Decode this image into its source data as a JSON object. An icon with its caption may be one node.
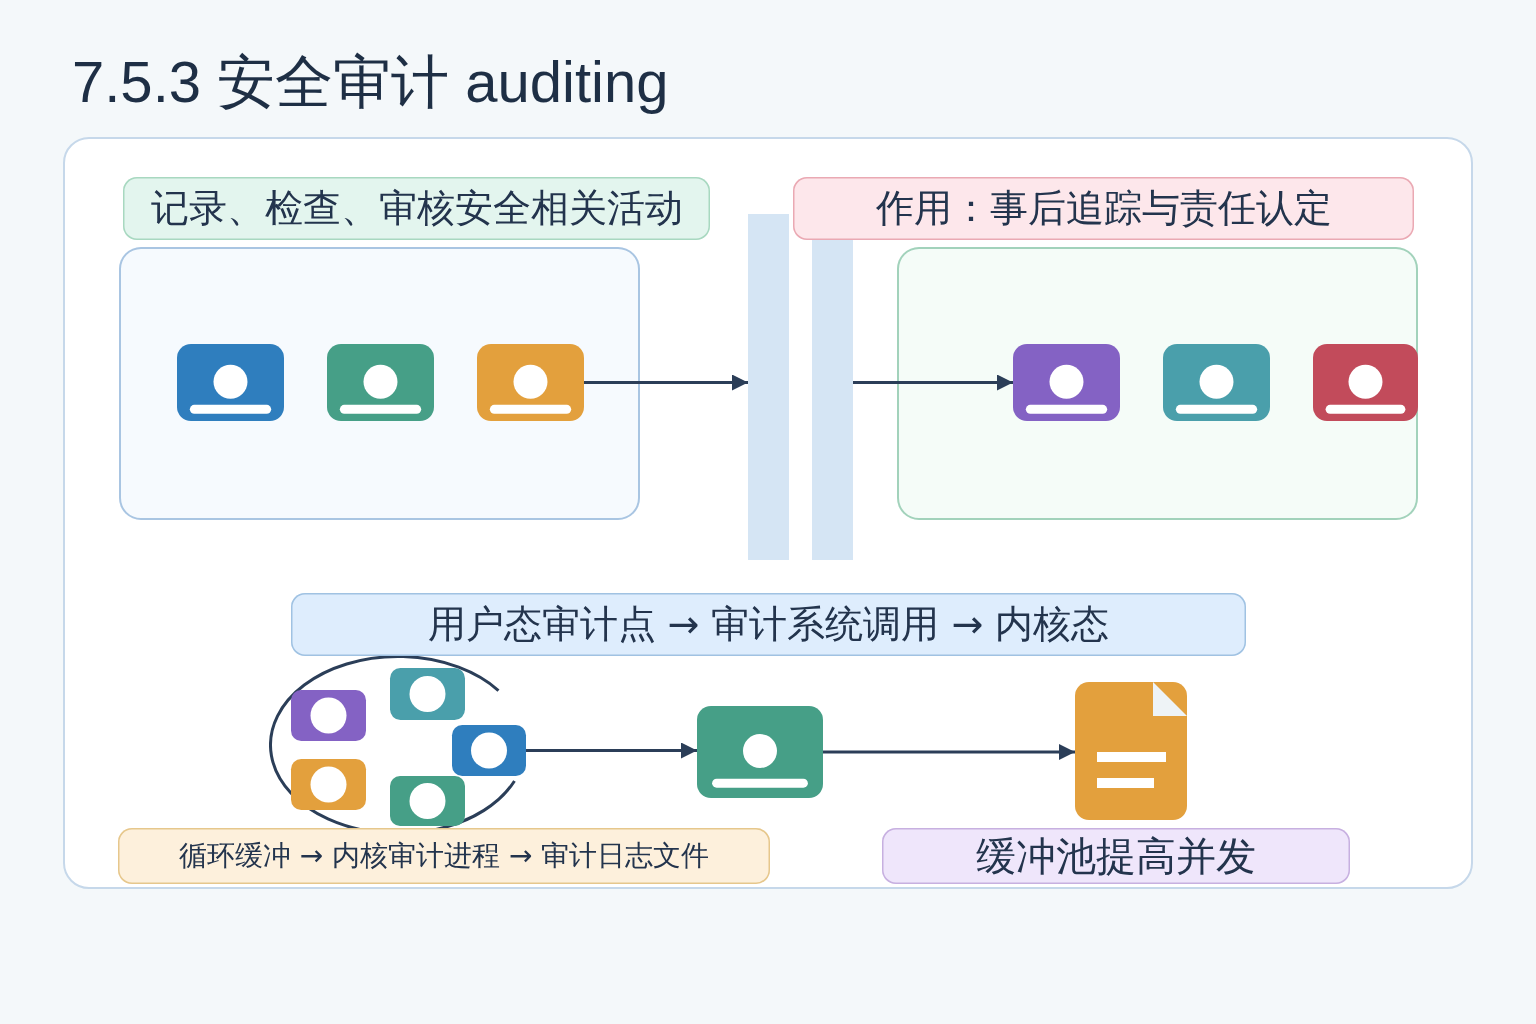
{
  "diagram": {
    "title": "7.5.3 安全审计 auditing",
    "nodes": [
      {
        "text": [
          "记录、检查、审核安全相关活动"
        ]
      },
      {
        "text": [
          "作用：事后追踪与责任认定"
        ]
      },
      {
        "text": [],
        "shape": "box"
      },
      {
        "text": [],
        "shape": "box",
        "in": 2
      },
      {
        "text": [],
        "shape": "box",
        "in": 2
      },
      {
        "text": [],
        "shape": "box",
        "in": 2
      },
      {
        "text": [],
        "shape": "bar"
      },
      {
        "text": [],
        "shape": "bar"
      },
      {
        "text": [],
        "shape": "box"
      },
      {
        "text": [],
        "shape": "box",
        "in": 8
      },
      {
        "text": [],
        "shape": "box",
        "in": 8
      },
      {
        "text": [],
        "shape": "box",
        "in": 8
      },
      {
        "text": [
          "用户态审计点 → 审计系统调用 → 内核态"
        ]
      },
      {
        "text": [],
        "shape": "circle"
      },
      {
        "text": [],
        "shape": "box",
        "in": 13
      },
      {
        "text": [],
        "shape": "box",
        "in": 13
      },
      {
        "text": [],
        "shape": "box",
        "in": 13
      },
      {
        "text": [],
        "shape": "box",
        "in": 13
      },
      {
        "text": [],
        "shape": "box",
        "in": 13
      },
      {
        "text": [],
        "shape": "box"
      },
      {
        "text": [],
        "shape": "document"
      },
      {
        "text": [
          "循环缓冲 → 内核审计进程 → 审计日志文件"
        ]
      },
      {
        "text": [
          "缓冲池提高并发"
        ]
      }
    ],
    "edges": [
      {
        "from": 5,
        "to": 6,
        "arrow": "to"
      },
      {
        "from": 7,
        "to": 9,
        "arrow": "to"
      },
      {
        "from": 16,
        "to": 19,
        "arrow": "to"
      },
      {
        "from": 19,
        "to": 20,
        "arrow": "to"
      }
    ]
  }
}
